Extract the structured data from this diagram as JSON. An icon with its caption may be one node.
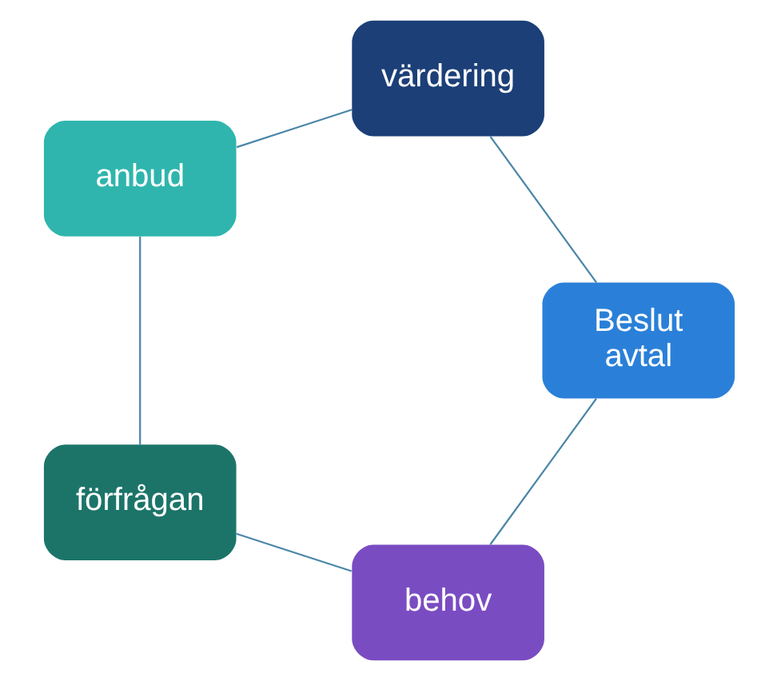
{
  "diagram": {
    "nodes": [
      {
        "text": [
          "behov"
        ]
      },
      {
        "text": [
          "förfrågan"
        ]
      },
      {
        "text": [
          "anbud"
        ]
      },
      {
        "text": [
          "värdering"
        ]
      },
      {
        "text": [
          "Beslut avtal"
        ]
      }
    ],
    "edges": [
      {
        "from": 0,
        "to": 1,
        "arrow": "none"
      },
      {
        "from": 1,
        "to": 2,
        "arrow": "none"
      },
      {
        "from": 2,
        "to": 3,
        "arrow": "none"
      },
      {
        "from": 3,
        "to": 4,
        "arrow": "none"
      },
      {
        "from": 4,
        "to": 0,
        "arrow": "none"
      }
    ]
  }
}
